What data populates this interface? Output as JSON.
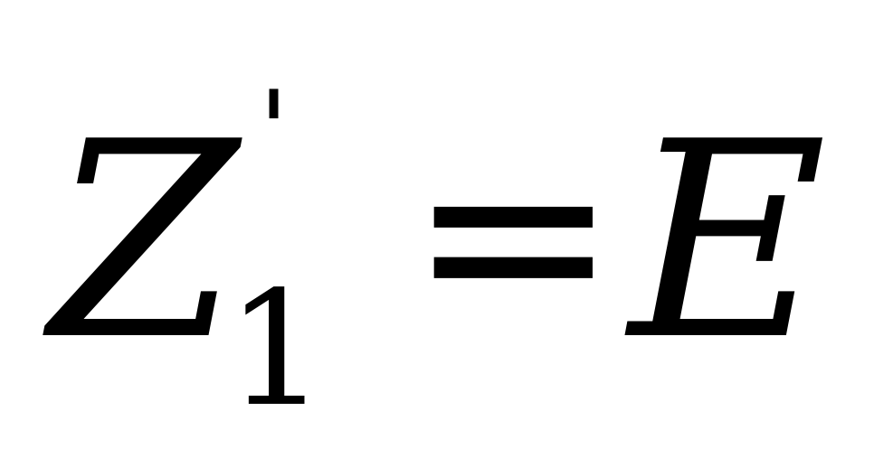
{
  "equation": {
    "variable": "Z",
    "prime": "'",
    "subscript": "1",
    "operator": "=",
    "result": "E"
  }
}
